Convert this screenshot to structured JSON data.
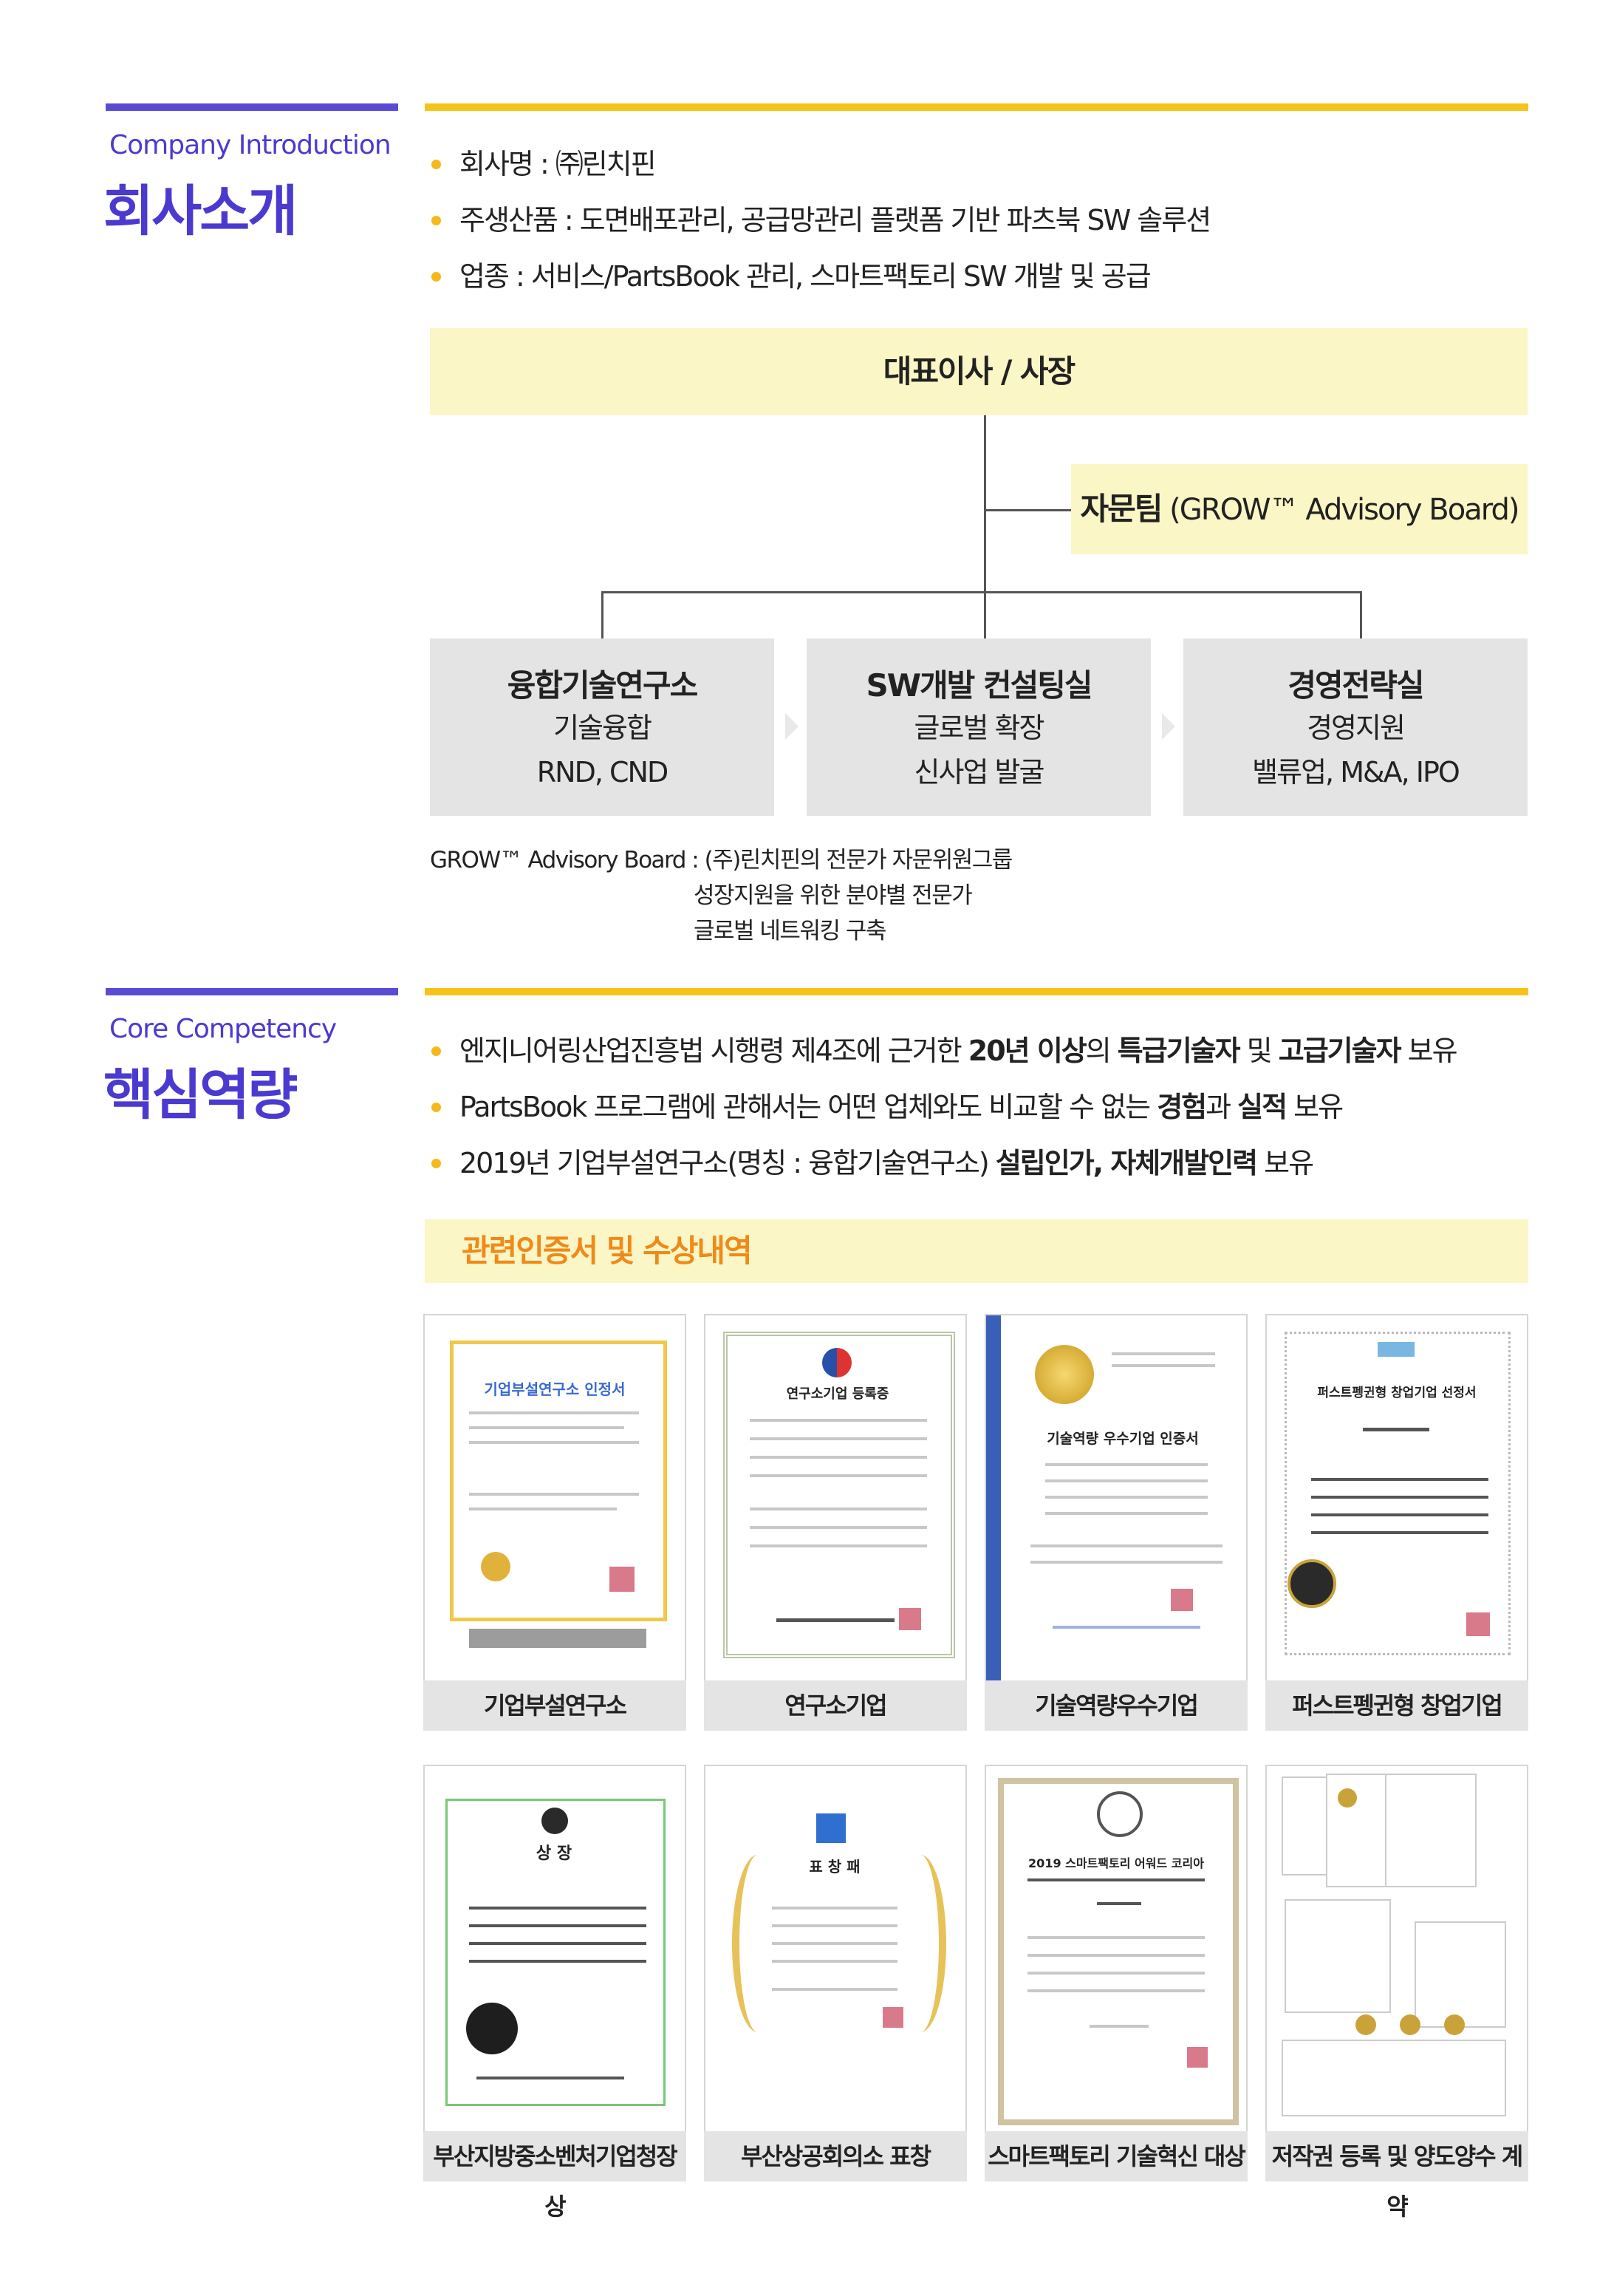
{
  "intro": {
    "label_en": "Company Introduction",
    "label_ko": "회사소개",
    "bullets": [
      "회사명 : ㈜린치핀",
      "주생산품 : 도면배포관리, 공급망관리 플랫폼 기반 파츠북 SW 솔루션",
      "업종 : 서비스/PartsBook 관리, 스마트팩토리 SW 개발 및 공급"
    ]
  },
  "org": {
    "ceo": "대표이사 / 사장",
    "advisory_bold": "자문팀",
    "advisory_rest": "(GROW™ Advisory Board)",
    "depts": [
      {
        "title": "융합기술연구소",
        "line1": "기술융합",
        "line2": "RND, CND"
      },
      {
        "title": "SW개발 컨설팅실",
        "line1": "글로벌 확장",
        "line2": "신사업 발굴"
      },
      {
        "title": "경영전략실",
        "line1": "경영지원",
        "line2": "밸류업, M&A, IPO"
      }
    ],
    "note_label": "GROW™ Advisory Board : ",
    "note_lines": [
      "(주)린치핀의 전문가 자문위원그룹",
      "성장지원을 위한 분야별 전문가",
      "글로벌 네트워킹 구축"
    ]
  },
  "core": {
    "label_en": "Core Competency",
    "label_ko": "핵심역량",
    "bullets": [
      {
        "parts": [
          "엔지니어링산업진흥법 시행령 제4조에 근거한 ",
          "20년 이상",
          "의 ",
          "특급기술자",
          " 및 ",
          "고급기술자",
          " 보유"
        ]
      },
      {
        "parts": [
          "PartsBook 프로그램에 관해서는 어떤 업체와도 비교할 수 없는 ",
          "경험",
          "과 ",
          "실적",
          " 보유"
        ]
      },
      {
        "parts": [
          "2019년 기업부설연구소(명칭 : 융합기술연구소) ",
          "설립인가, 자체개발인력",
          " 보유"
        ]
      }
    ],
    "cert_heading": "관련인증서 및 수상내역",
    "certs": [
      {
        "caption": "기업부설연구소",
        "doc_title": "기업부설연구소 인정서"
      },
      {
        "caption": "연구소기업",
        "doc_title": "연구소기업 등록증"
      },
      {
        "caption": "기술역량우수기업",
        "doc_title": "기술역량 우수기업 인증서"
      },
      {
        "caption": "퍼스트펭귄형 창업기업",
        "doc_title": "퍼스트펭귄형 창업기업 선정서"
      },
      {
        "caption": "부산지방중소벤처기업청장상",
        "doc_title": "상 장"
      },
      {
        "caption": "부산상공회의소 표창",
        "doc_title": "표 창 패"
      },
      {
        "caption": "스마트팩토리 기술혁신 대상",
        "doc_title": "2019 스마트팩토리 어워드 코리아"
      },
      {
        "caption": "저작권 등록 및 양도양수 계약",
        "doc_title": ""
      }
    ]
  },
  "colors": {
    "brand_blue": "#4b3ad0",
    "accent_yellow": "#f6c419",
    "bullet_orange": "#f6b81a",
    "panel_yellow": "#fbf6c5",
    "heading_orange": "#ef8a1a"
  }
}
